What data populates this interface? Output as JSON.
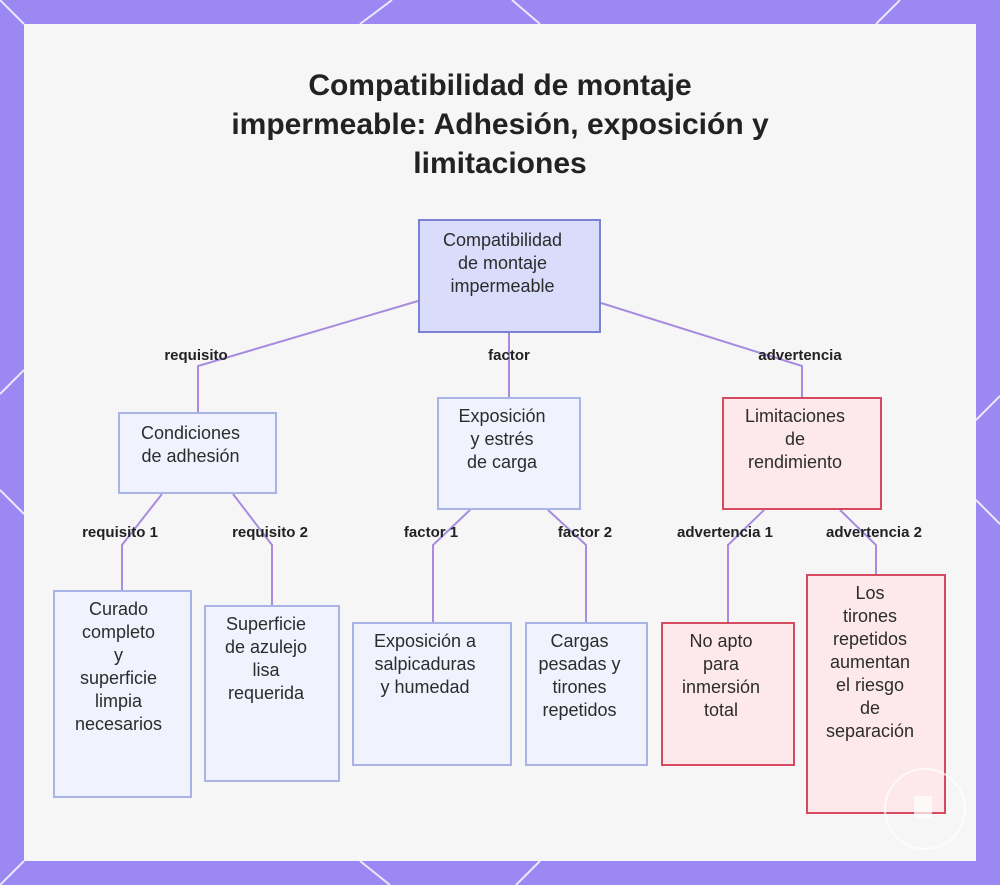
{
  "title_lines": [
    "Compatibilidad de montaje",
    "impermeable: Adhesión, exposición y",
    "limitaciones"
  ],
  "nodes": {
    "root": {
      "lines": [
        "Compatibilidad",
        "de montaje",
        "impermeable"
      ]
    },
    "adhesion": {
      "lines": [
        "Condiciones",
        "de adhesión"
      ]
    },
    "exposure": {
      "lines": [
        "Exposición",
        "y estrés",
        "de carga"
      ]
    },
    "limits": {
      "lines": [
        "Limitaciones",
        "de",
        "rendimiento"
      ]
    },
    "req1": {
      "lines": [
        "Curado",
        "completo",
        "y",
        "superficie",
        "limpia",
        "necesarios"
      ]
    },
    "req2": {
      "lines": [
        "Superficie",
        "de azulejo",
        "lisa",
        "requerida"
      ]
    },
    "fac1": {
      "lines": [
        "Exposición a",
        "salpicaduras",
        "y humedad"
      ]
    },
    "fac2": {
      "lines": [
        "Cargas",
        "pesadas y",
        "tirones",
        "repetidos"
      ]
    },
    "adv1": {
      "lines": [
        "No apto",
        "para",
        "inmersión",
        "total"
      ]
    },
    "adv2": {
      "lines": [
        "Los",
        "tirones",
        "repetidos",
        "aumentan",
        "el riesgo",
        "de",
        "separación"
      ]
    }
  },
  "edge_labels": {
    "requisito": "requisito",
    "factor": "factor",
    "advertencia": "advertencia",
    "requisito_1": "requisito 1",
    "requisito_2": "requisito 2",
    "factor_1": "factor 1",
    "factor_2": "factor 2",
    "advertencia_1": "advertencia 1",
    "advertencia_2": "advertencia 2"
  },
  "colors": {
    "frame": "#9b88f3",
    "edge": "#a78bdf",
    "blue_fill": "#f0f2fd",
    "blue_border": "#a9b3e6",
    "red_fill": "#fde9ec",
    "red_border": "#d64a5f",
    "root_fill": "#d9dcfb",
    "root_border": "#7b82d4"
  }
}
